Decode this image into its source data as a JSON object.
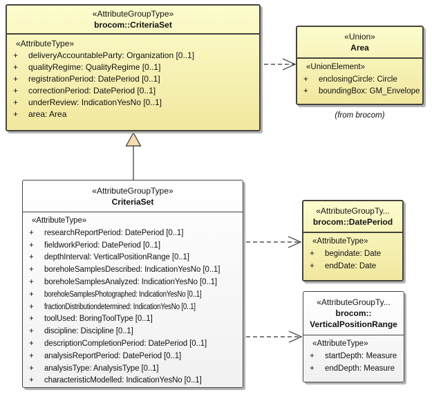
{
  "colors": {
    "box-yellow-top": "#fcfccd",
    "box-yellow-bottom": "#f1e79e",
    "box-white-top": "#ffffff",
    "box-white-bottom": "#f1f1f1",
    "border-dark": "#43433b",
    "shadow": "#b4b4b4",
    "triangle-fill": "#f2ddb0",
    "line": "#2f2f2f",
    "canvas": "#ffffff",
    "text": "#111111"
  },
  "classes": [
    {
      "stereotype": "«AttributeGroupType»",
      "name": "brocom::CriteriaSet",
      "section": "«AttributeType»",
      "attributes": [
        {
          "vis": "+",
          "text": "deliveryAccountableParty: Organization [0..1]"
        },
        {
          "vis": "+",
          "text": "qualityRegime: QualityRegime [0..1]"
        },
        {
          "vis": "+",
          "text": "registrationPeriod: DatePeriod [0..1]"
        },
        {
          "vis": "+",
          "text": "correctionPeriod: DatePeriod [0..1]"
        },
        {
          "vis": "+",
          "text": "underReview: IndicationYesNo [0..1]"
        },
        {
          "vis": "+",
          "text": "area: Area"
        }
      ]
    },
    {
      "stereotype": "«Union»",
      "name": "Area",
      "section": "«UnionElement»",
      "attributes": [
        {
          "vis": "+",
          "text": "enclosingCircle: Circle"
        },
        {
          "vis": "+",
          "text": "boundingBox: GM_Envelope"
        }
      ],
      "note": "(from brocom)"
    },
    {
      "stereotype": "«AttributeGroupType»",
      "name": "CriteriaSet",
      "section": "«AttributeType»",
      "attributes": [
        {
          "vis": "+",
          "text": "researchReportPeriod: DatePeriod [0..1]"
        },
        {
          "vis": "+",
          "text": "fieldworkPeriod: DatePeriod [0..1]"
        },
        {
          "vis": "+",
          "text": "depthInterval: VerticalPositionRange [0..1]"
        },
        {
          "vis": "+",
          "text": "boreholeSamplesDescribed: IndicationYesNo [0..1]"
        },
        {
          "vis": "+",
          "text": "boreholeSamplesAnalyzed: IndicationYesNo [0..1]"
        },
        {
          "vis": "+",
          "text": "boreholeSamplesPhotographed: IndicationYesNo [0..1]"
        },
        {
          "vis": "+",
          "text": "fractionDistributiondetermined: IndicationYesNo [0..1]"
        },
        {
          "vis": "+",
          "text": "toolUsed: BoringToolType [0..1]"
        },
        {
          "vis": "+",
          "text": "discipline: Discipline [0..1]"
        },
        {
          "vis": "+",
          "text": "descriptionCompletionPeriod: DatePeriod [0..1]"
        },
        {
          "vis": "+",
          "text": "analysisReportPeriod: DatePeriod [0..1]"
        },
        {
          "vis": "+",
          "text": "analysisType: AnalysisType [0..1]"
        },
        {
          "vis": "+",
          "text": "characteristicModelled: IndicationYesNo [0..1]"
        }
      ]
    },
    {
      "stereotype": "«AttributeGroupTy...",
      "name": "brocom::DatePeriod",
      "section": "«AttributeType»",
      "attributes": [
        {
          "vis": "+",
          "text": "begindate: Date"
        },
        {
          "vis": "+",
          "text": "endDate: Date"
        }
      ]
    },
    {
      "stereotype": "«AttributeGroupTy...",
      "name": "brocom::",
      "name2": "VerticalPositionRange",
      "section": "«AttributeType»",
      "attributes": [
        {
          "vis": "+",
          "text": "startDepth: Measure"
        },
        {
          "vis": "+",
          "text": "endDepth: Measure"
        }
      ]
    }
  ]
}
